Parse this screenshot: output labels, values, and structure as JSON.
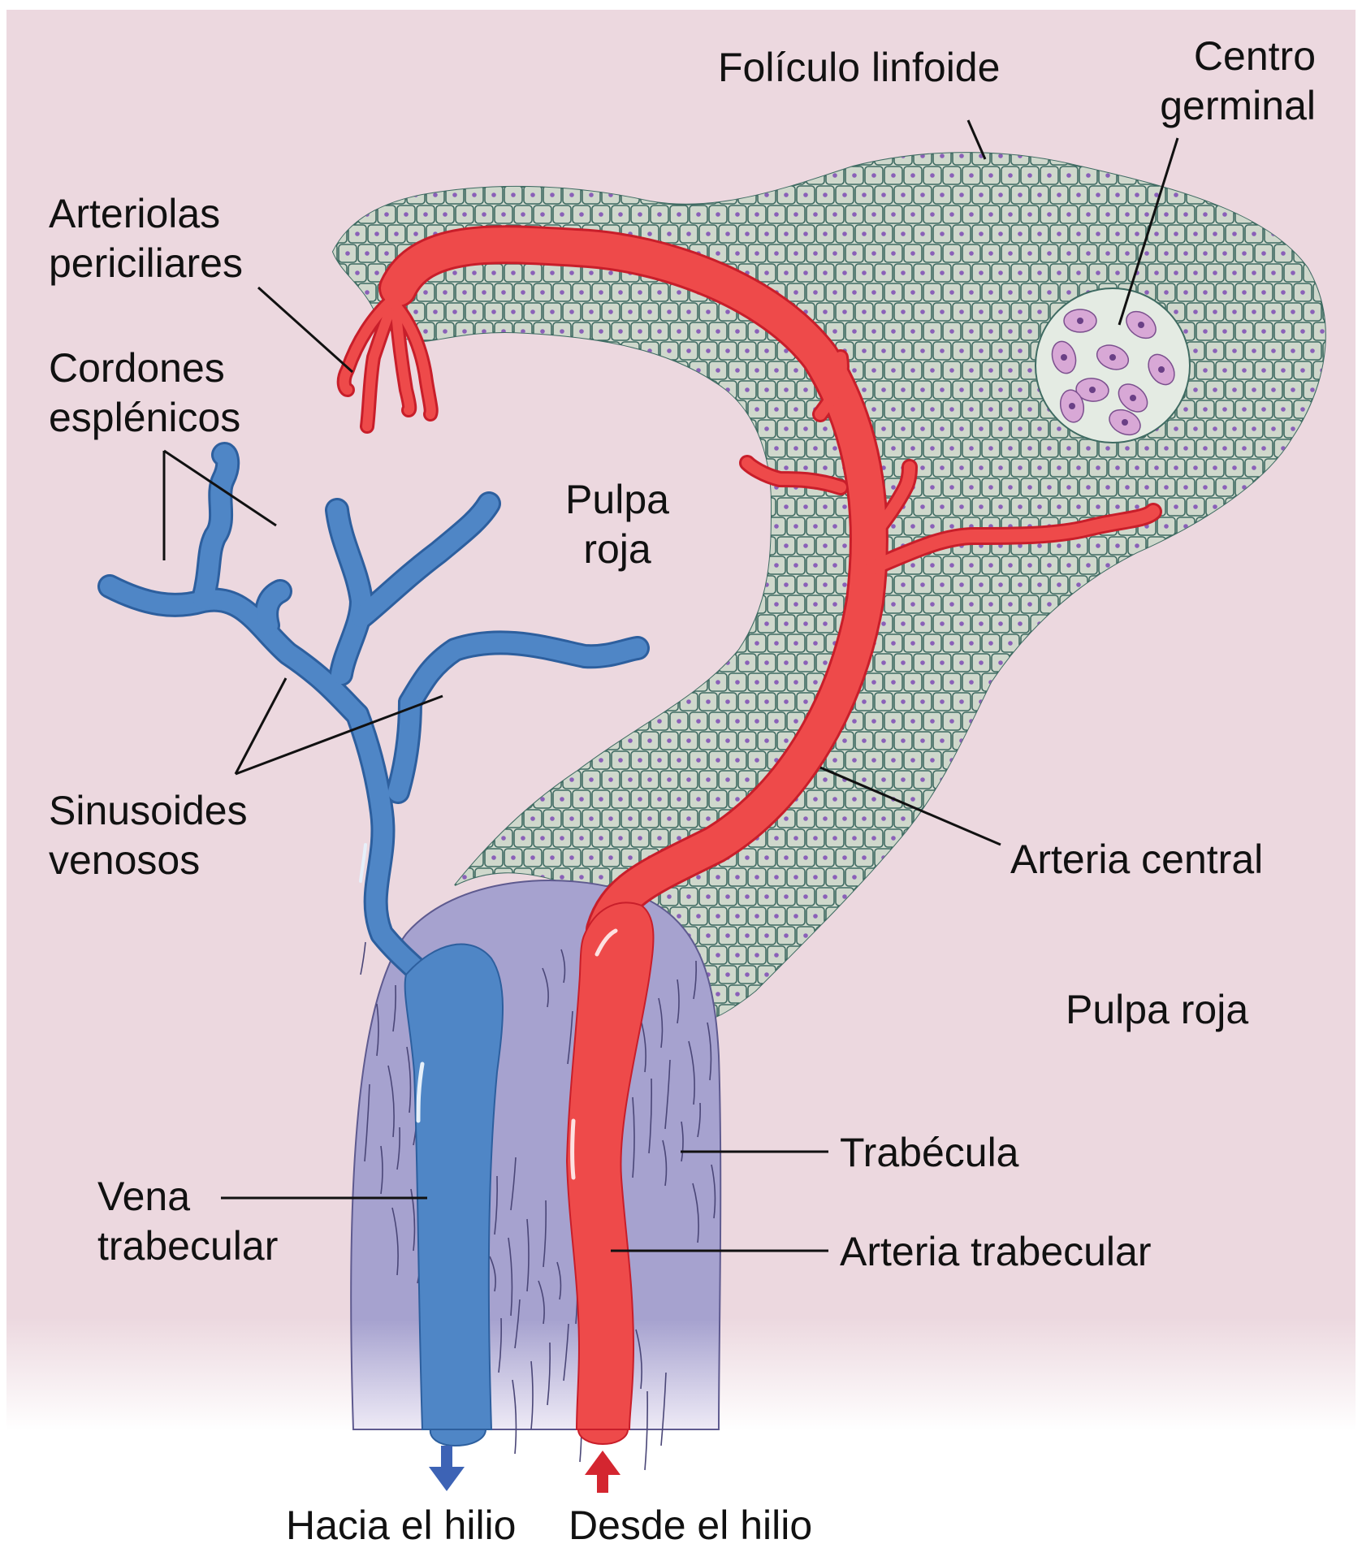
{
  "colors": {
    "background_pulp": "#ecd8df",
    "follicle_cells": "#cfd8cc",
    "cell_outline": "#3f6b62",
    "cell_nucleus": "#8a60b8",
    "germinal_cells": "#d8a8d6",
    "artery": "#ee4a4a",
    "artery_outline": "#c81e2a",
    "vein": "#4f86c6",
    "vein_outline": "#2d5f9e",
    "trabecula": "#a6a2cf",
    "arrow_out": "#3d63b5",
    "arrow_in": "#d42630"
  },
  "labels": {
    "foliculo": "Folículo linfoide",
    "centro_1": "Centro",
    "centro_2": "germinal",
    "arteriolas_1": "Arteriolas",
    "arteriolas_2": "periciliares",
    "cordones_1": "Cordones",
    "cordones_2": "esplénicos",
    "pulpa_1": "Pulpa",
    "pulpa_2": "roja",
    "sinusoides_1": "Sinusoides",
    "sinusoides_2": "venosos",
    "arteria_central": "Arteria central",
    "pulpa_roja": "Pulpa roja",
    "trabecula": "Trabécula",
    "vena_1": "Vena",
    "vena_2": "trabecular",
    "arteria_trabecular": "Arteria trabecular",
    "hacia": "Hacia el hilio",
    "desde": "Desde el hilio"
  }
}
